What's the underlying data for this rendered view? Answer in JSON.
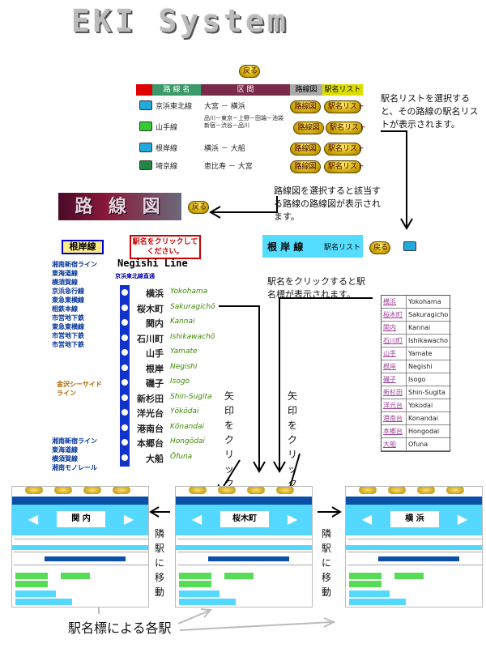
{
  "title": "EKI System",
  "back_label": "戻る",
  "table": {
    "headers": [
      "路 線 名",
      "区 間",
      "路線図",
      "駅名リスト"
    ],
    "rows": [
      {
        "line": "京浜東北線",
        "section": "大宮 － 横浜",
        "color": "#22aadd"
      },
      {
        "line": "山手線",
        "section": "品川－東京－上野－田端－池袋\n新宿－渋谷－品川",
        "color": "#33cc33"
      },
      {
        "line": "根岸線",
        "section": "横浜 － 大船",
        "color": "#22aadd"
      },
      {
        "line": "埼京線",
        "section": "恵比寿 － 大宮",
        "color": "#228844"
      }
    ],
    "map_button": "路線図",
    "list_button": "駅名リスト"
  },
  "notes": {
    "select_list": "駅名リストを選択すると、その路線の駅名リストが表示されます。",
    "select_map": "路線図を選択すると該当する路線の路線図が表示されます。",
    "click_station": "駅名をクリックすると駅名標が表示されます。",
    "arrow_click_1": "矢印をクリック",
    "arrow_click_2": "矢印をクリック",
    "move_adjacent": "隣駅に移動",
    "caption": "駅名標による各駅"
  },
  "map_banner": "路 線 図",
  "line_header": {
    "name": "根 岸 線",
    "list": "駅名リスト"
  },
  "route_map": {
    "label": "根岸線",
    "instruction": "駅名をクリックしてください。",
    "english": "Negishi Line",
    "through": "京浜東北線直通",
    "stations": [
      {
        "kanji": "横浜",
        "roma": "Yokohama"
      },
      {
        "kanji": "桜木町",
        "roma": "Sakuragichō"
      },
      {
        "kanji": "関内",
        "roma": "Kannai"
      },
      {
        "kanji": "石川町",
        "roma": "Ishikawachō"
      },
      {
        "kanji": "山手",
        "roma": "Yamate"
      },
      {
        "kanji": "根岸",
        "roma": "Negishi"
      },
      {
        "kanji": "磯子",
        "roma": "Isogo"
      },
      {
        "kanji": "新杉田",
        "roma": "Shin-Sugita"
      },
      {
        "kanji": "洋光台",
        "roma": "Yōkōdai"
      },
      {
        "kanji": "港南台",
        "roma": "Kōnandai"
      },
      {
        "kanji": "本郷台",
        "roma": "Hongōdai"
      },
      {
        "kanji": "大船",
        "roma": "Ōfuna"
      }
    ],
    "connections_top": [
      "湘南新宿ライン",
      "東海道線",
      "横須賀線",
      "京浜急行線",
      "東急東横線",
      "相鉄本線",
      "市営地下鉄",
      "東急東横線",
      "市営地下鉄",
      "市営地下鉄"
    ],
    "connection_mid": [
      "金沢シーサイド",
      "ライン"
    ],
    "connections_bottom": [
      "湘南新宿ライン",
      "東海道線",
      "横須賀線",
      "湘南モノレール"
    ]
  },
  "station_list": [
    {
      "kanji": "横浜",
      "roma": "Yokohama"
    },
    {
      "kanji": "桜木町",
      "roma": "Sakuragicho"
    },
    {
      "kanji": "関内",
      "roma": "Kannai"
    },
    {
      "kanji": "石川町",
      "roma": "Ishikawacho"
    },
    {
      "kanji": "山手",
      "roma": "Yamate"
    },
    {
      "kanji": "根岸",
      "roma": "Negishi"
    },
    {
      "kanji": "磯子",
      "roma": "Isogo"
    },
    {
      "kanji": "新杉田",
      "roma": "Shin-Sugita"
    },
    {
      "kanji": "洋光台",
      "roma": "Yokodai"
    },
    {
      "kanji": "港南台",
      "roma": "Konandai"
    },
    {
      "kanji": "本郷台",
      "roma": "Hongodai"
    },
    {
      "kanji": "大船",
      "roma": "Ofuna"
    }
  ],
  "panels": [
    {
      "name": "関 内"
    },
    {
      "name": "桜木町"
    },
    {
      "name": "横 浜"
    }
  ]
}
